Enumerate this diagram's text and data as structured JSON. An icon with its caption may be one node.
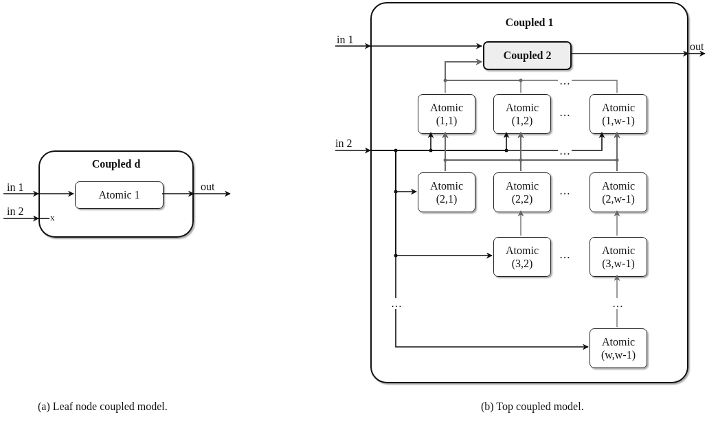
{
  "diagram": {
    "nodes": [
      {
        "text": [
          "Coupled d"
        ]
      },
      {
        "text": [
          "Atomic 1"
        ],
        "in": 0
      },
      {
        "text": [
          "Coupled 1"
        ]
      },
      {
        "text": [
          "Coupled 2"
        ],
        "in": 2
      },
      {
        "text": [
          "Atomic (1,1)"
        ],
        "in": 2
      },
      {
        "text": [
          "Atomic (1,2)"
        ],
        "in": 2
      },
      {
        "text": [
          "Atomic (1,w-1)"
        ],
        "in": 2
      },
      {
        "text": [
          "Atomic (2,1)"
        ],
        "in": 2
      },
      {
        "text": [
          "Atomic (2,2)"
        ],
        "in": 2
      },
      {
        "text": [
          "Atomic (2,w-1)"
        ],
        "in": 2
      },
      {
        "text": [
          "Atomic (3,2)"
        ],
        "in": 2
      },
      {
        "text": [
          "Atomic (3,w-1)"
        ],
        "in": 2
      },
      {
        "text": [
          "Atomic (w,w-1)"
        ],
        "in": 2
      }
    ],
    "edges": [
      {
        "from": null,
        "to": 0,
        "arrow": "to",
        "label": "in 1"
      },
      {
        "from": null,
        "to": 0,
        "arrow": "to",
        "label": "in 2"
      },
      {
        "from": 0,
        "to": 1,
        "arrow": "to"
      },
      {
        "from": 1,
        "to": 0,
        "arrow": "to"
      },
      {
        "from": 0,
        "to": null,
        "arrow": "to",
        "label": "out"
      },
      {
        "from": null,
        "to": 2,
        "arrow": "to",
        "label": "in 1"
      },
      {
        "from": 2,
        "to": 3,
        "arrow": "to"
      },
      {
        "from": 3,
        "to": 2,
        "arrow": "to"
      },
      {
        "from": 2,
        "to": null,
        "arrow": "to",
        "label": "out"
      },
      {
        "from": null,
        "to": 2,
        "arrow": "to",
        "label": "in 2"
      },
      {
        "from": 2,
        "to": 4,
        "arrow": "to"
      },
      {
        "from": 2,
        "to": 5,
        "arrow": "to"
      },
      {
        "from": 2,
        "to": 6,
        "arrow": "to"
      },
      {
        "from": 2,
        "to": 7,
        "arrow": "to"
      },
      {
        "from": 2,
        "to": 10,
        "arrow": "to"
      },
      {
        "from": 2,
        "to": 12,
        "arrow": "to"
      },
      {
        "from": 4,
        "to": 3,
        "arrow": "to",
        "color": "#666666"
      },
      {
        "from": 5,
        "to": 3,
        "arrow": "to",
        "color": "#666666"
      },
      {
        "from": 6,
        "to": 3,
        "arrow": "to",
        "color": "#666666"
      },
      {
        "from": 7,
        "to": 4,
        "arrow": "to",
        "color": "#666666"
      },
      {
        "from": 7,
        "to": 5,
        "arrow": "to",
        "color": "#666666"
      },
      {
        "from": 7,
        "to": 6,
        "arrow": "to",
        "color": "#666666"
      },
      {
        "from": 8,
        "to": 4,
        "arrow": "to",
        "color": "#666666"
      },
      {
        "from": 8,
        "to": 5,
        "arrow": "to",
        "color": "#666666"
      },
      {
        "from": 8,
        "to": 6,
        "arrow": "to",
        "color": "#666666"
      },
      {
        "from": 9,
        "to": 4,
        "arrow": "to",
        "color": "#666666"
      },
      {
        "from": 9,
        "to": 5,
        "arrow": "to",
        "color": "#666666"
      },
      {
        "from": 9,
        "to": 6,
        "arrow": "to",
        "color": "#666666"
      },
      {
        "from": 10,
        "to": 8,
        "arrow": "to",
        "color": "#666666"
      },
      {
        "from": 11,
        "to": 9,
        "arrow": "to",
        "color": "#666666"
      },
      {
        "from": 12,
        "to": 11,
        "arrow": "to",
        "color": "#666666"
      }
    ],
    "labels": [
      "x",
      "…",
      "…",
      "…",
      "…",
      "…",
      "…",
      "…",
      "(a) Leaf node coupled model.",
      "(b) Top coupled model."
    ]
  }
}
